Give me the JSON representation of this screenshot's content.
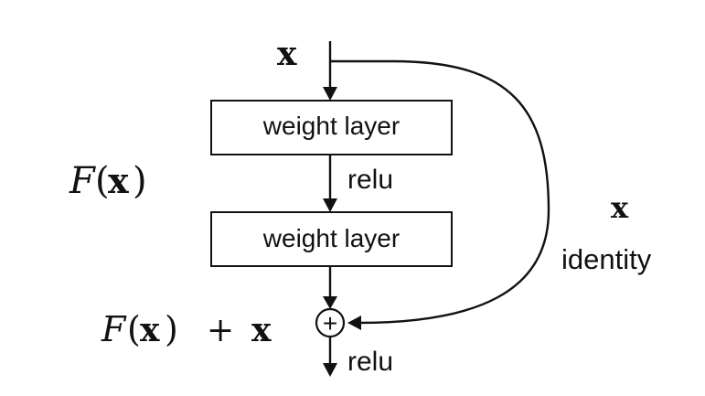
{
  "input": {
    "symbol": "x"
  },
  "blocks": [
    {
      "label": "weight layer"
    },
    {
      "label": "weight layer"
    }
  ],
  "activations": {
    "middle": "relu",
    "output": "relu"
  },
  "residual_function": {
    "script": "F",
    "open": "(",
    "var": "x",
    "close": ")"
  },
  "sum_expression": {
    "script": "F",
    "open": "(",
    "var": "x",
    "close": ")",
    "plus": "+",
    "var2": "x"
  },
  "shortcut": {
    "symbol": "x",
    "label": "identity"
  },
  "sum_node": {
    "symbol": "+"
  }
}
